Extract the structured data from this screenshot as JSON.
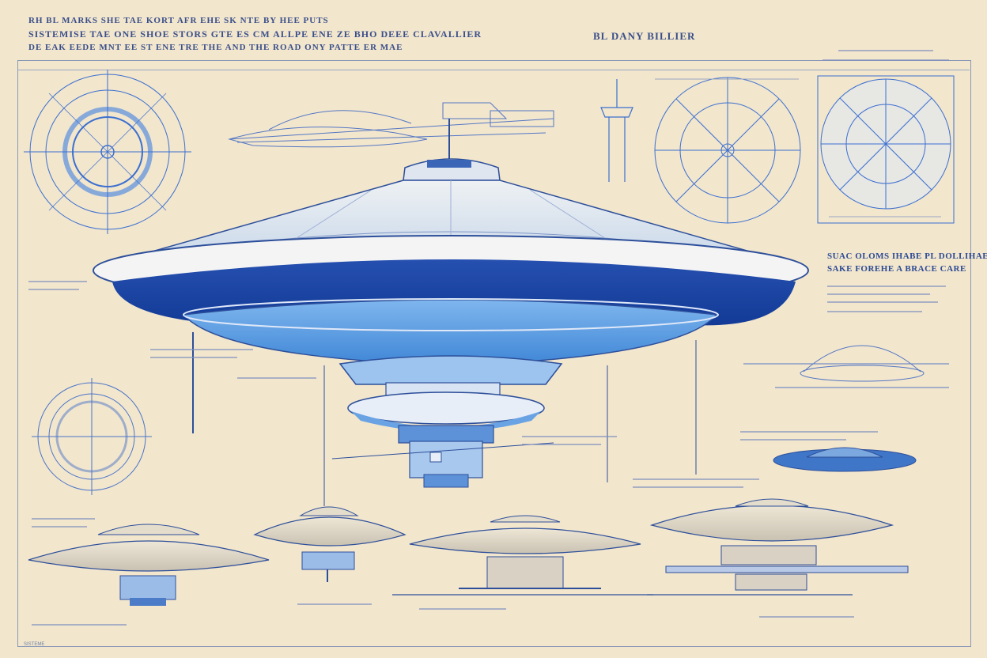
{
  "header": {
    "line1": "RH BL MARKS SHE TAE KORT AFR EHE SK NTE BY HEE PUTS",
    "line2": "SISTEMISE TAE ONE SHOE STORS GTE ES CM ALLPE ENE ZE BHO DEEE CLAVALLIER",
    "line3": "DE EAK EEDE MNT EE ST ENE TRE THE AND THE ROAD ONY PATTE ER MAE",
    "right_title": "BL DANY BILLIER"
  },
  "caption": {
    "title": "SUAC OLOMS IHABE PL DOLLIHAE",
    "subtitle": "SAKE FOREHE A BRACE CARE"
  },
  "footer": {
    "note": "SISTEME"
  },
  "colors": {
    "paper": "#f2e6cd",
    "ink": "#2d4f9a",
    "hull_dark": "#1f3f9e",
    "hull_light": "#5b9be0",
    "hull_pale": "#e9e1cf"
  }
}
